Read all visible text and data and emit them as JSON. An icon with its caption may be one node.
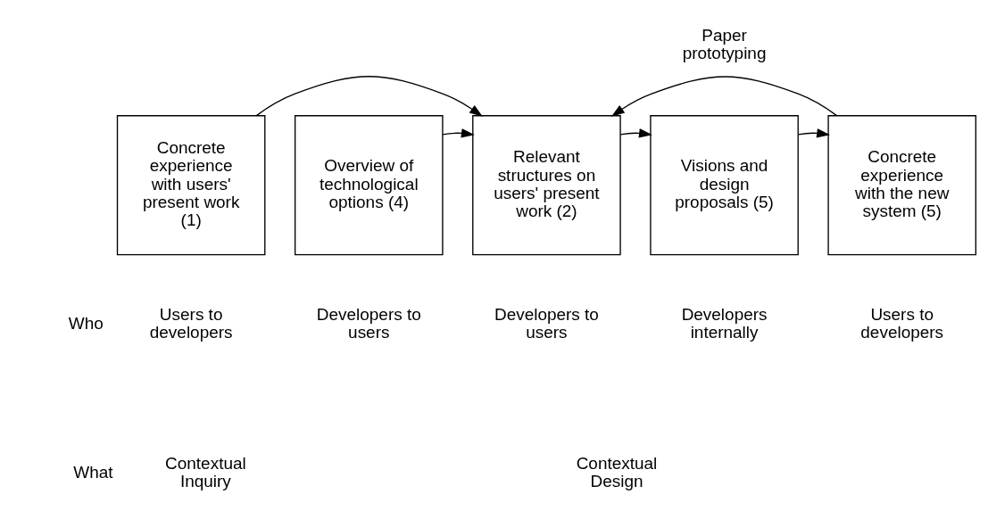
{
  "diagram": {
    "nodes": [
      {
        "text": [
          "Concrete experience with users' present work (1)"
        ]
      },
      {
        "text": [
          "Overview of technological options (4)"
        ]
      },
      {
        "text": [
          "Relevant structures on users' present work (2)"
        ]
      },
      {
        "text": [
          "Visions and design proposals (5)"
        ]
      },
      {
        "text": [
          "Concrete experience with the new system (5)"
        ]
      }
    ],
    "edges": [
      {
        "from": 0,
        "to": 2,
        "arrow": "to"
      },
      {
        "from": 1,
        "to": 2,
        "arrow": "to"
      },
      {
        "from": 2,
        "to": 3,
        "arrow": "to"
      },
      {
        "from": 3,
        "to": 4,
        "arrow": "to"
      },
      {
        "from": 4,
        "to": 2,
        "arrow": "to"
      }
    ],
    "labels": [
      "Paper prototyping",
      "Who",
      "Users to developers",
      "Developers to users",
      "Developers to users",
      "Developers internally",
      "Users to developers",
      "Contextual Inquiry",
      "Contextual Design",
      "What"
    ]
  }
}
